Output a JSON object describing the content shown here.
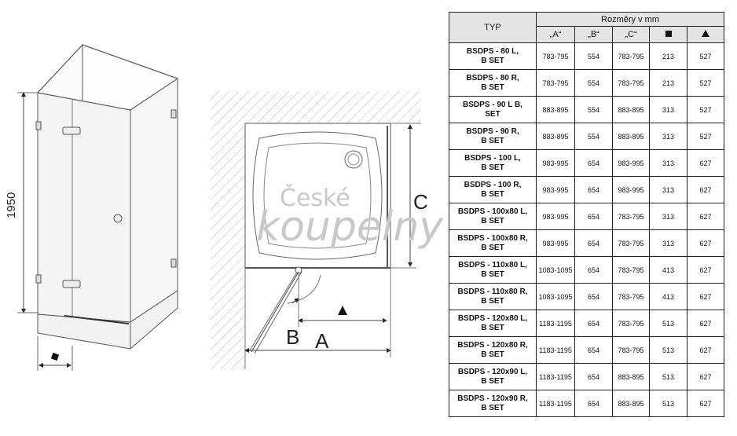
{
  "drawing": {
    "height_label": "1950",
    "label_a": "A",
    "label_b": "B",
    "label_c": "C",
    "watermark_line1": "České",
    "watermark_line2": "koupelny"
  },
  "table": {
    "col_type": "TYP",
    "dims_header": "Rozměry v mm",
    "col_a": "„A“",
    "col_b": "„B“",
    "col_c": "„C“",
    "col_square_icon": "square-symbol",
    "col_triangle_icon": "triangle-symbol",
    "rows": [
      {
        "type_1": "BSDPS - 80 L,",
        "type_2": "B SET",
        "a": "783-795",
        "b": "554",
        "c": "783-795",
        "square": "213",
        "triangle": "527"
      },
      {
        "type_1": "BSDPS - 80 R,",
        "type_2": "B SET",
        "a": "783-795",
        "b": "554",
        "c": "783-795",
        "square": "213",
        "triangle": "527"
      },
      {
        "type_1": "BSDPS - 90 L B,",
        "type_2": "SET",
        "a": "883-895",
        "b": "554",
        "c": "883-895",
        "square": "313",
        "triangle": "527"
      },
      {
        "type_1": "BSDPS - 90 R,",
        "type_2": "B SET",
        "a": "883-895",
        "b": "554",
        "c": "883-895",
        "square": "313",
        "triangle": "527"
      },
      {
        "type_1": "BSDPS - 100 L,",
        "type_2": "B SET",
        "a": "983-995",
        "b": "654",
        "c": "983-995",
        "square": "313",
        "triangle": "627"
      },
      {
        "type_1": "BSDPS - 100 R,",
        "type_2": "B SET",
        "a": "983-995",
        "b": "654",
        "c": "983-995",
        "square": "313",
        "triangle": "627"
      },
      {
        "type_1": "BSDPS - 100x80 L,",
        "type_2": "B SET",
        "a": "983-995",
        "b": "654",
        "c": "783-795",
        "square": "313",
        "triangle": "627"
      },
      {
        "type_1": "BSDPS - 100x80 R,",
        "type_2": "B SET",
        "a": "983-995",
        "b": "654",
        "c": "783-795",
        "square": "313",
        "triangle": "627"
      },
      {
        "type_1": "BSDPS - 110x80 L,",
        "type_2": "B SET",
        "a": "1083-1095",
        "b": "654",
        "c": "783-795",
        "square": "413",
        "triangle": "627"
      },
      {
        "type_1": "BSDPS - 110x80 R,",
        "type_2": "B SET",
        "a": "1083-1095",
        "b": "654",
        "c": "783-795",
        "square": "413",
        "triangle": "627"
      },
      {
        "type_1": "BSDPS - 120x80 L,",
        "type_2": "B SET",
        "a": "1183-1195",
        "b": "654",
        "c": "783-795",
        "square": "513",
        "triangle": "627"
      },
      {
        "type_1": "BSDPS - 120x80 R,",
        "type_2": "B SET",
        "a": "1183-1195",
        "b": "654",
        "c": "783-795",
        "square": "513",
        "triangle": "627"
      },
      {
        "type_1": "BSDPS - 120x90 L,",
        "type_2": "B SET",
        "a": "1183-1195",
        "b": "654",
        "c": "883-895",
        "square": "513",
        "triangle": "627"
      },
      {
        "type_1": "BSDPS - 120x90 R,",
        "type_2": "B SET",
        "a": "1183-1195",
        "b": "654",
        "c": "883-895",
        "square": "513",
        "triangle": "627"
      }
    ]
  }
}
